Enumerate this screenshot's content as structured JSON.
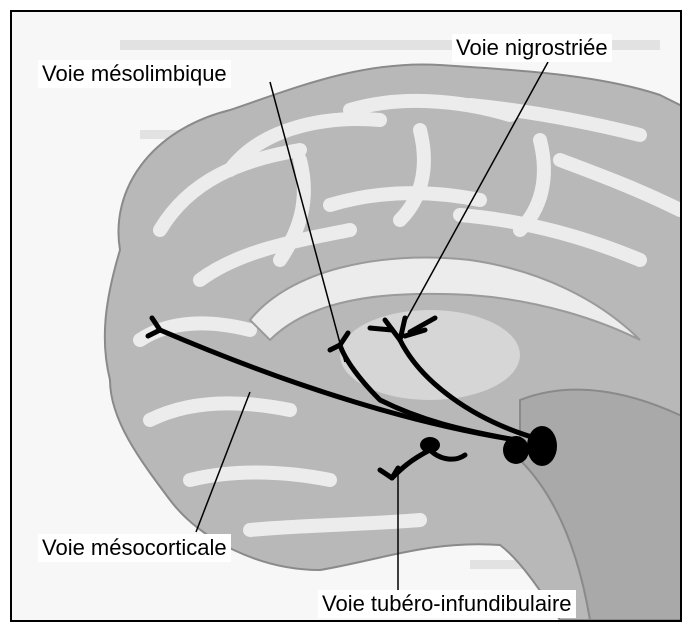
{
  "labels": {
    "mesolimbic": "Voie mésolimbique",
    "nigrostriatal": "Voie nigrostriée",
    "mesocortical": "Voie mésocorticale",
    "tuberoinfundibular": "Voie tubéro-infundibulaire"
  },
  "colors": {
    "brain_fill": "#b8b8b8",
    "brain_light": "#ececec",
    "pathway": "#000000",
    "background": "#f7f7f7"
  }
}
